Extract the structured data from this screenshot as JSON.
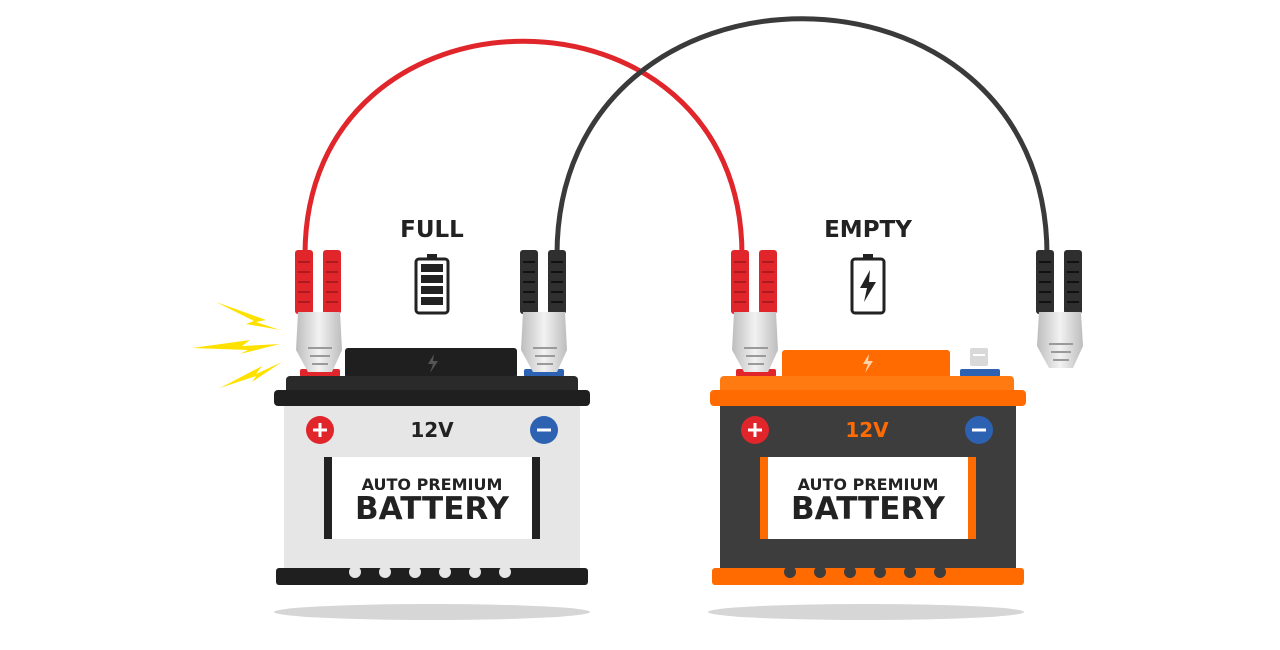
{
  "full_battery": {
    "status_label": "FULL",
    "voltage": "12V",
    "brand_line1": "AUTO PREMIUM",
    "brand_line2_a": "BA",
    "brand_line2_b": "TTERY",
    "charge_level": 1.0,
    "body_color": "#e6e6e6",
    "lid_color": "#1f1f1f"
  },
  "empty_battery": {
    "status_label": "EMPTY",
    "voltage": "12V",
    "brand_line1": "AUTO PREMIUM",
    "brand_line2_a": "BA",
    "brand_line2_b": "TTERY",
    "charge_level": 0.0,
    "body_color": "#3d3d3d",
    "lid_color": "#ff6b00"
  },
  "colors": {
    "positive_cable": "#e0252b",
    "negative_cable": "#3a3a3a",
    "positive_terminal": "#e0252b",
    "negative_terminal": "#2d62b3",
    "spark": "#ffe100"
  },
  "icons": [
    "plus-icon",
    "minus-icon",
    "lightning-bolt-icon",
    "battery-full-icon",
    "battery-charging-icon",
    "spark-icon"
  ]
}
